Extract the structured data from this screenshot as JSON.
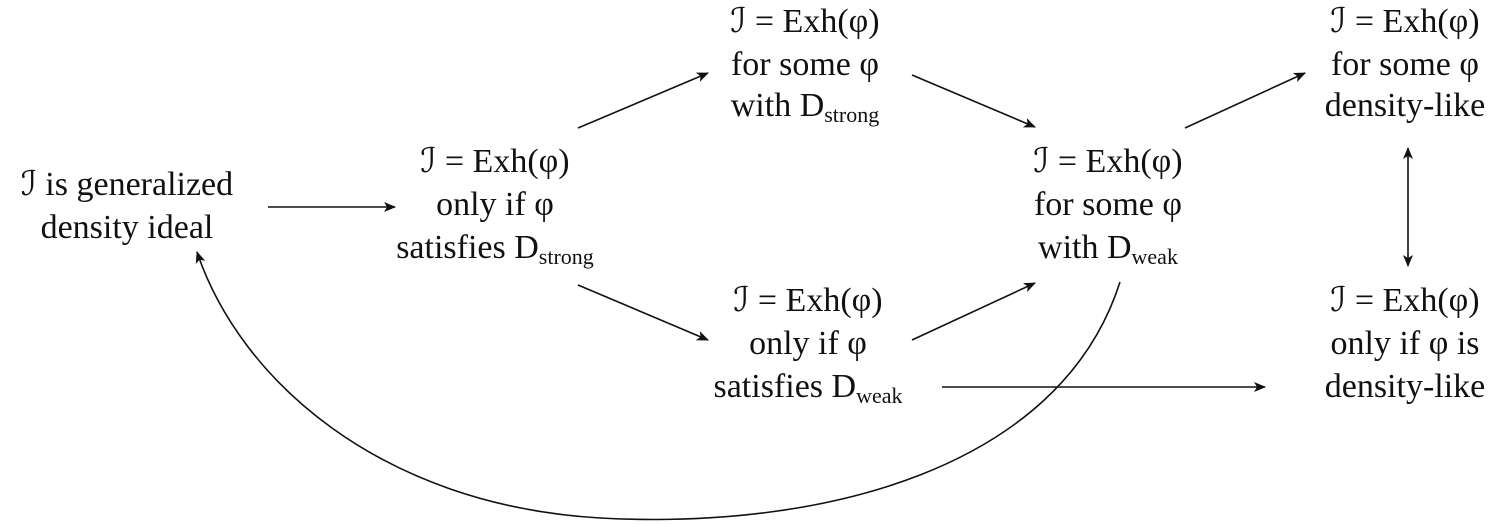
{
  "nodes": {
    "generalized_density": {
      "lines": [
        "ℐ is generalized",
        "density ideal"
      ]
    },
    "only_if_strong": {
      "lines": [
        "ℐ = Exh(φ)",
        "only if φ",
        "satisfies D"
      ],
      "subscript": "strong"
    },
    "some_strong": {
      "lines": [
        "ℐ = Exh(φ)",
        "for some φ",
        "with D"
      ],
      "subscript": "strong"
    },
    "only_if_weak": {
      "lines": [
        "ℐ = Exh(φ)",
        "only if φ",
        "satisfies D"
      ],
      "subscript": "weak"
    },
    "some_weak": {
      "lines": [
        "ℐ = Exh(φ)",
        "for some φ",
        "with D"
      ],
      "subscript": "weak"
    },
    "some_density_like": {
      "lines": [
        "ℐ = Exh(φ)",
        "for some φ",
        "density-like"
      ]
    },
    "only_if_density_like": {
      "lines": [
        "ℐ = Exh(φ)",
        "only if φ is",
        "density-like"
      ]
    }
  },
  "edges": [
    {
      "from": "generalized_density",
      "to": "only_if_strong"
    },
    {
      "from": "only_if_strong",
      "to": "some_strong"
    },
    {
      "from": "only_if_strong",
      "to": "only_if_weak"
    },
    {
      "from": "some_strong",
      "to": "some_weak"
    },
    {
      "from": "only_if_weak",
      "to": "some_weak"
    },
    {
      "from": "some_weak",
      "to": "some_density_like"
    },
    {
      "from": "only_if_weak",
      "to": "only_if_density_like"
    },
    {
      "from": "some_density_like",
      "to": "only_if_density_like",
      "bidirectional": true
    },
    {
      "from": "some_weak",
      "to": "generalized_density",
      "curved": true
    }
  ]
}
